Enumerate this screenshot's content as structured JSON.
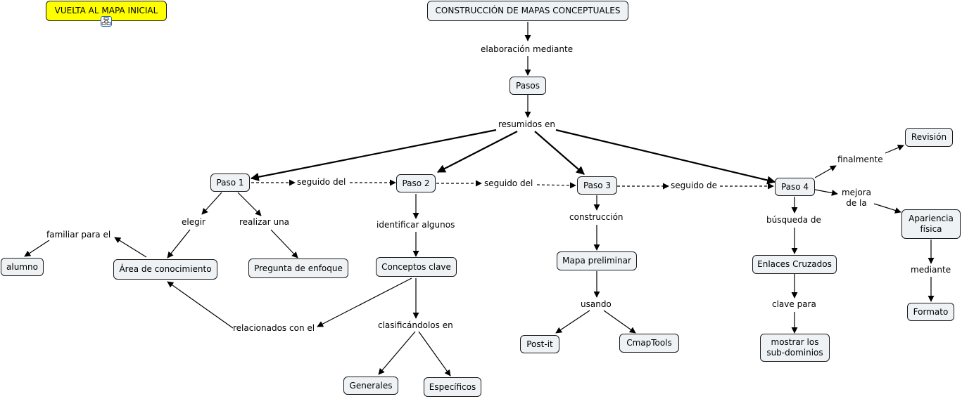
{
  "nodes": {
    "back": "VUELTA AL MAPA INICIAL",
    "title": "CONSTRUCCIÓN DE MAPAS CONCEPTUALES",
    "pasos": "Pasos",
    "paso1": "Paso 1",
    "paso2": "Paso 2",
    "paso3": "Paso 3",
    "paso4": "Paso 4",
    "revision": "Revisión",
    "alumno": "alumno",
    "area": "Área de conocimiento",
    "pregunta": "Pregunta de enfoque",
    "conceptos": "Conceptos clave",
    "mapa_preliminar": "Mapa preliminar",
    "enlaces": "Enlaces Cruzados",
    "apariencia": "Apariencia física",
    "formato": "Formato",
    "postit": "Post-it",
    "cmaptools": "CmapTools",
    "mostrar": "mostrar los sub-dominios",
    "generales": "Generales",
    "especificos": "Específicos"
  },
  "links": {
    "elaboracion": "elaboración mediante",
    "resumidos": "resumidos en",
    "seguido1": "seguido del",
    "seguido2": "seguido del",
    "seguido3": "seguido de",
    "finalmente": "finalmente",
    "mejora": "mejora de la",
    "elegir": "elegir",
    "realizar": "realizar una",
    "identificar": "identificar algunos",
    "construccion": "construcción",
    "busqueda": "búsqueda de",
    "familiar": "familiar para el",
    "mediante": "mediante",
    "usando": "usando",
    "clave_para": "clave para",
    "relacionados": "relacionados con el",
    "clasificandolos": "clasificándolos en"
  },
  "icons": {
    "back_link": "concept-map-icon"
  },
  "colors": {
    "node_fill": "#eef2f5",
    "highlight_fill": "#ffff00",
    "link_icon": "#2b6cb0"
  }
}
